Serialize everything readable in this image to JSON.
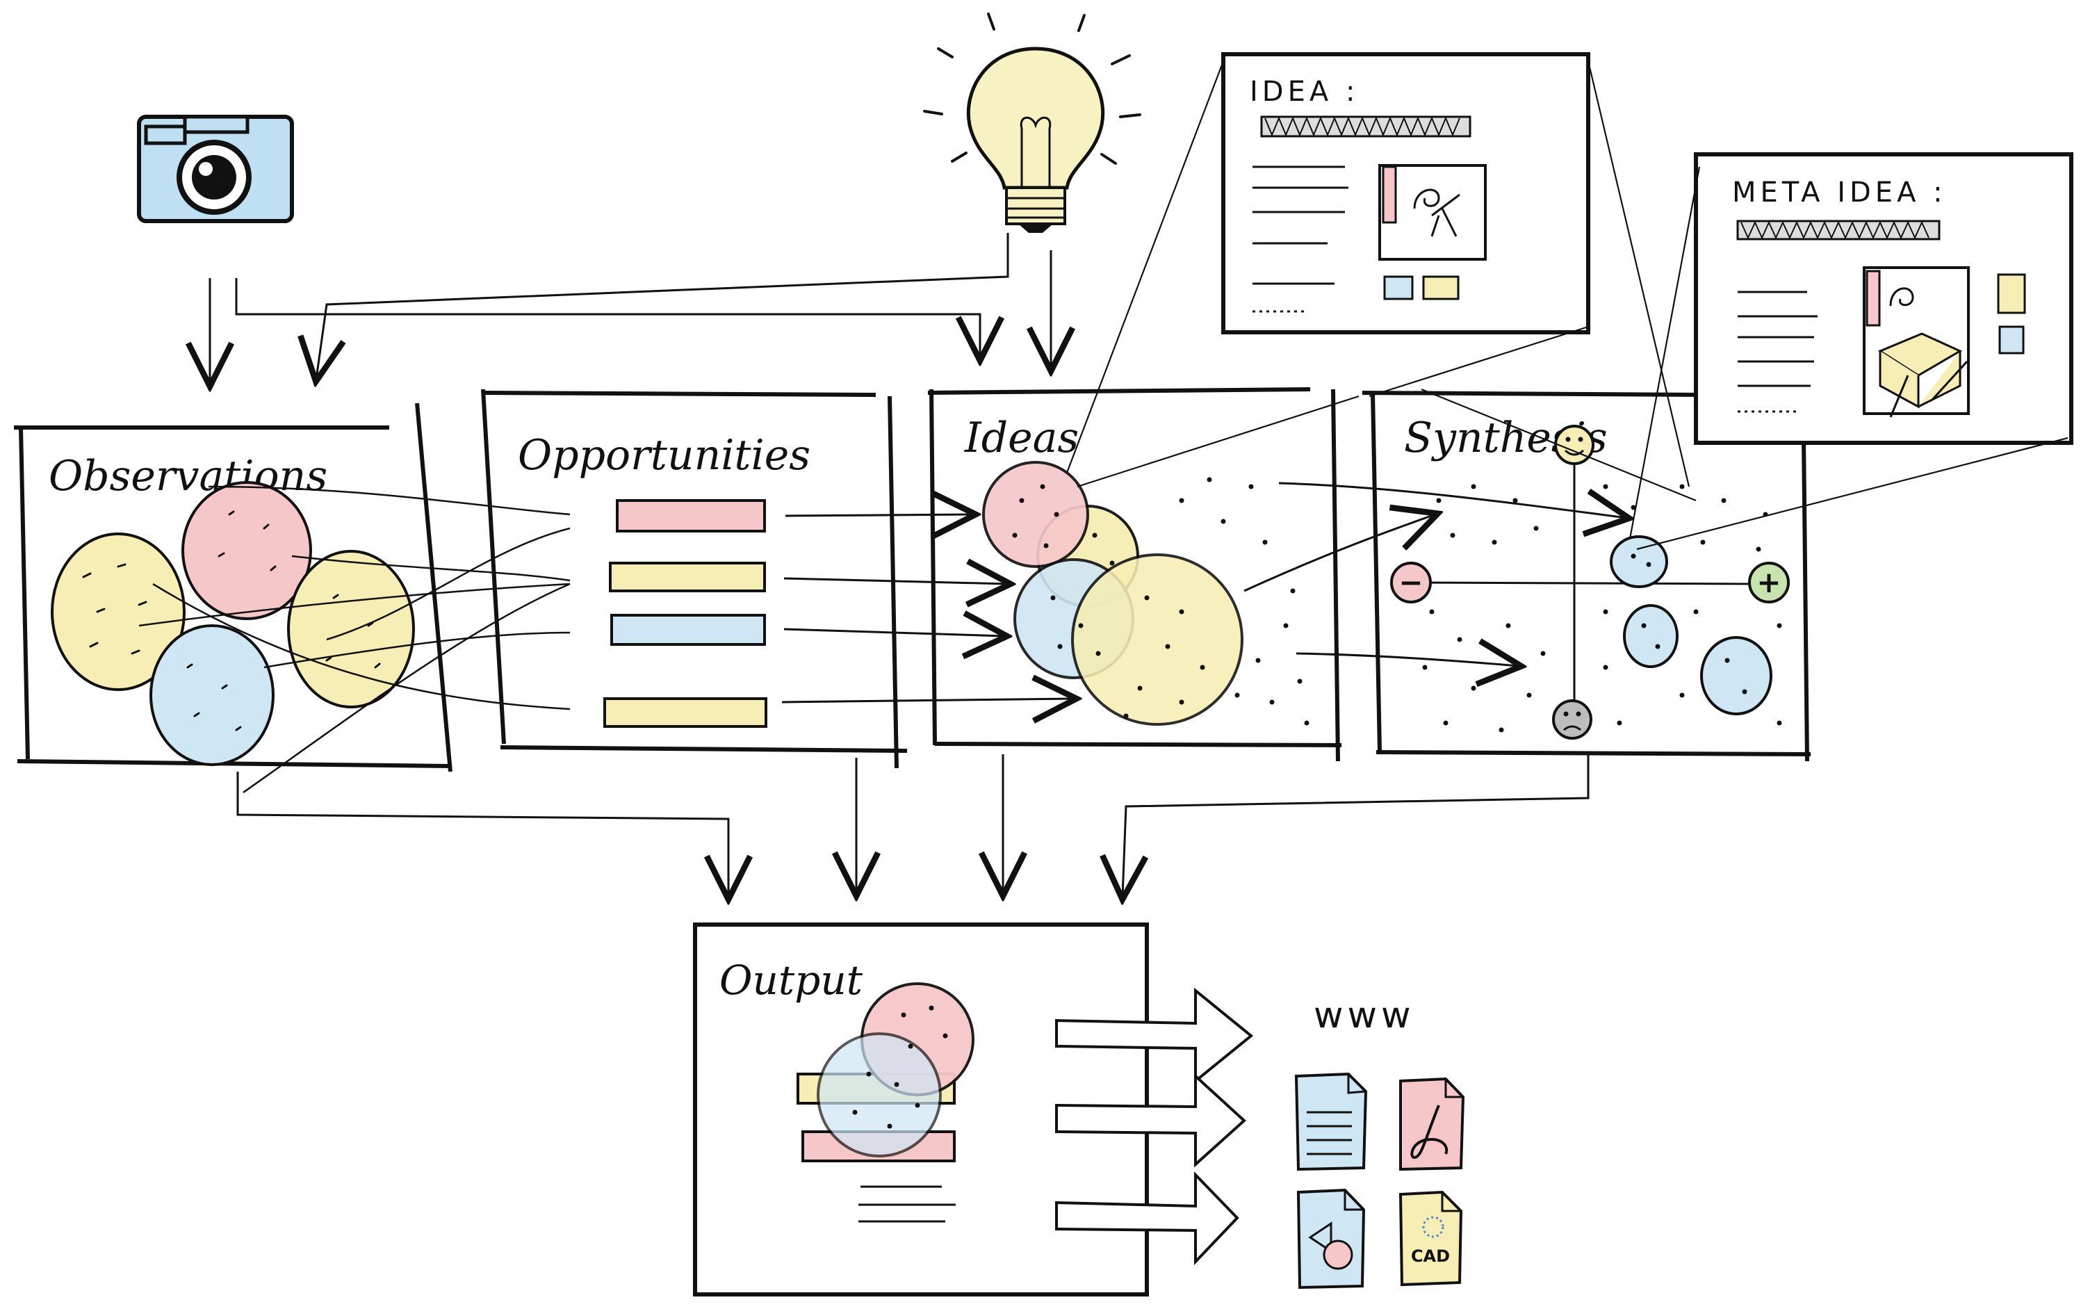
{
  "labels": {
    "observations": "Observations",
    "opportunities": "Opportunities",
    "ideas": "Ideas",
    "synthesis": "Synthesis",
    "output": "Output",
    "idea_card": "IDEA :",
    "meta_idea_card": "META IDEA :",
    "web": "www",
    "cad": "CAD",
    "minus": "−",
    "plus": "+"
  },
  "icons": {
    "camera": "camera-icon",
    "lightbulb": "lightbulb-icon",
    "text_document": "document-icon",
    "pdf_document": "pdf-document-icon",
    "graphics_document": "graphics-document-icon",
    "cad_document": "cad-document-icon",
    "smiley": "smiley-icon",
    "frown": "frown-icon"
  },
  "colors": {
    "pink": "#f6c7c9",
    "yellow": "#f6eeb4",
    "blue": "#cfe6f4",
    "green": "#c8e3b0",
    "camera_blue": "#bfe0f2",
    "bulb_yellow": "#f8f1c2",
    "ink": "#111111",
    "gray": "#bdbdbd"
  }
}
